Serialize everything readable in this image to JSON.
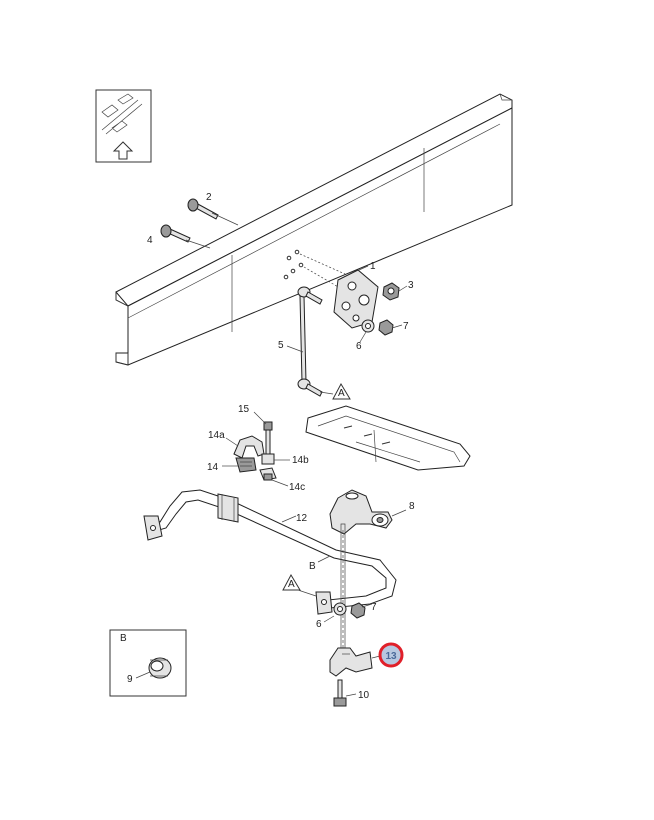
{
  "callouts": {
    "c1": "1",
    "c2": "2",
    "c3": "3",
    "c4": "4",
    "c5": "5",
    "c6a": "6",
    "c7a": "7",
    "c6b": "6",
    "c7b": "7",
    "c8": "8",
    "c9": "9",
    "c10": "10",
    "c12": "12",
    "c13": "13",
    "c14": "14",
    "c14a": "14a",
    "c14b": "14b",
    "c14c": "14c",
    "c15": "15",
    "ca1": "A",
    "ca2": "A",
    "cb1": "B"
  },
  "inset_b": {
    "label": "B"
  },
  "highlight": {
    "part": "13",
    "ring_color": "#e0202a",
    "fill_color": "#b8c8e0"
  }
}
